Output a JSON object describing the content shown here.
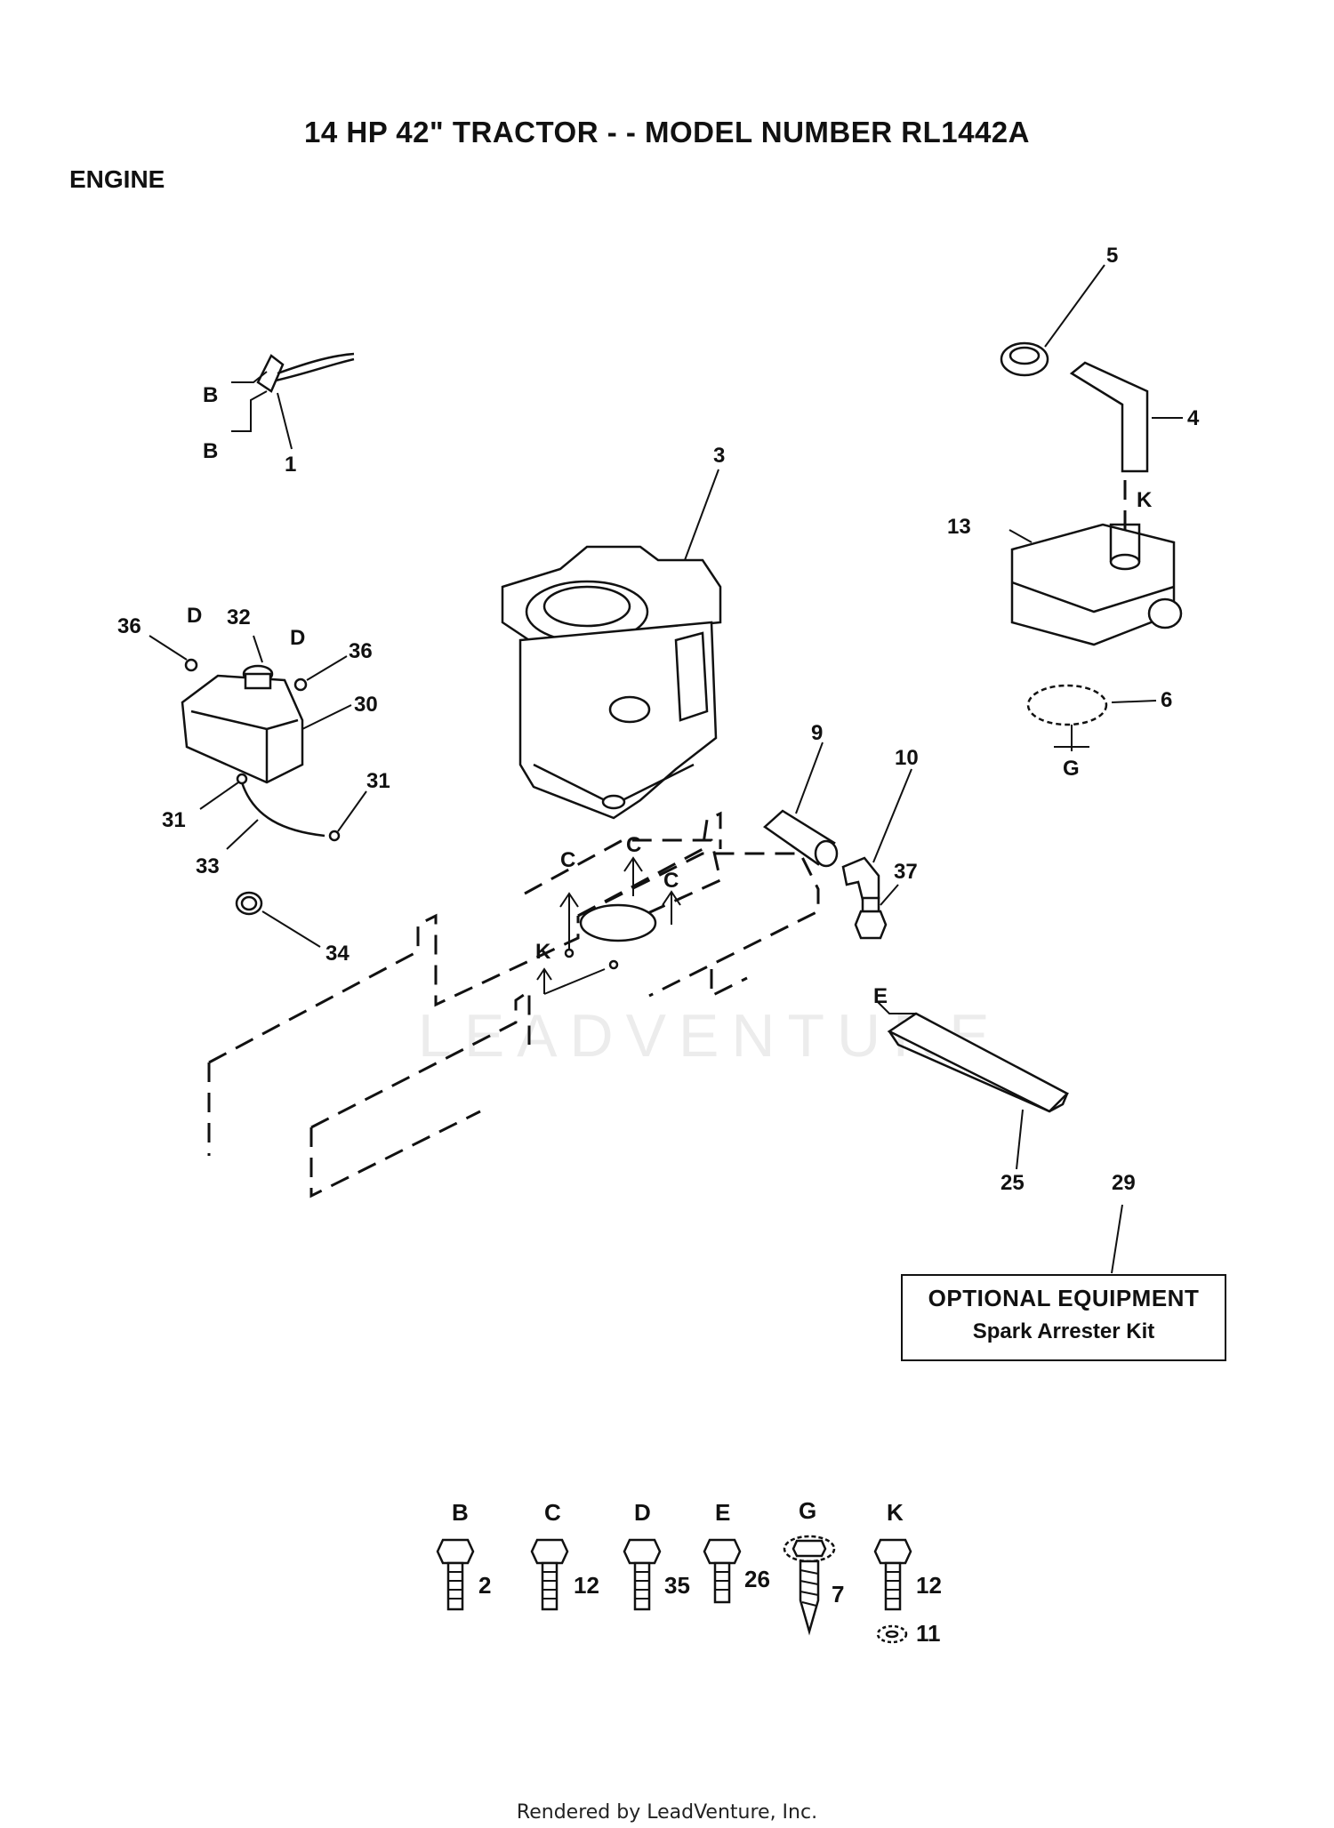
{
  "title": "14 HP 42\" TRACTOR - - MODEL NUMBER RL1442A",
  "section": "ENGINE",
  "optional_box": {
    "line1": "OPTIONAL EQUIPMENT",
    "line2": "Spark Arrester Kit"
  },
  "footer": "Rendered by LeadVenture, Inc.",
  "watermark": "LEADVENTURE",
  "callouts": {
    "n1": "1",
    "n3": "3",
    "n4": "4",
    "n5": "5",
    "n6": "6",
    "n9": "9",
    "n10": "10",
    "n13": "13",
    "n25": "25",
    "n29": "29",
    "n30": "30",
    "n31a": "31",
    "n31b": "31",
    "n32": "32",
    "n33": "33",
    "n34": "34",
    "n36a": "36",
    "n36b": "36",
    "n37": "37"
  },
  "letters": {
    "b1": "B",
    "b2": "B",
    "c1": "C",
    "c2": "C",
    "c3": "C",
    "d1": "D",
    "d2": "D",
    "e1": "E",
    "g1": "G",
    "k1": "K",
    "k2": "K"
  },
  "hardware": [
    {
      "letter": "B",
      "qty": "2"
    },
    {
      "letter": "C",
      "qty": "12"
    },
    {
      "letter": "D",
      "qty": "35"
    },
    {
      "letter": "E",
      "qty": "26"
    },
    {
      "letter": "G",
      "qty": "7"
    },
    {
      "letter": "K",
      "qty": "12",
      "washer_qty": "11"
    }
  ]
}
